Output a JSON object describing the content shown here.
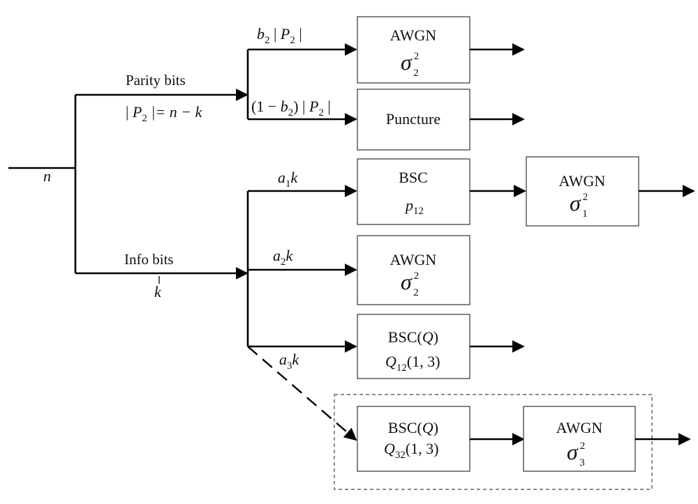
{
  "input": {
    "symbol": "n"
  },
  "branches": {
    "parity_label": "Parity bits",
    "parity_size": {
      "pre": "| ",
      "var": "P",
      "sub": "2",
      "post": " |= n − k"
    },
    "info_label": "Info bits",
    "info_size": "k"
  },
  "parity_paths": {
    "upper": {
      "var": "b",
      "sub": "2",
      "mid": " | ",
      "var2": "P",
      "sub2": "2",
      "post": " |"
    },
    "lower": {
      "pre": "(1 − ",
      "var": "b",
      "sub": "2",
      "mid": ") | ",
      "var2": "P",
      "sub2": "2",
      "post": " |"
    }
  },
  "info_paths": {
    "a1": {
      "var": "a",
      "sub": "1",
      "post": "k"
    },
    "a2": {
      "var": "a",
      "sub": "2",
      "post": "k"
    },
    "a3": {
      "var": "a",
      "sub": "3",
      "post": "k"
    }
  },
  "blocks": {
    "awgn_parity": {
      "title": "AWGN",
      "sigma": "σ",
      "sup": "2",
      "sub": "2"
    },
    "puncture": {
      "title": "Puncture"
    },
    "bsc_a1": {
      "title": "BSC",
      "param_var": "p",
      "param_sub": "12"
    },
    "awgn_a1": {
      "title": "AWGN",
      "sigma": "σ",
      "sup": "2",
      "sub": "1"
    },
    "awgn_a2": {
      "title": "AWGN",
      "sigma": "σ",
      "sup": "2",
      "sub": "2"
    },
    "bscq_a3": {
      "title": "BSC(",
      "title_var": "Q",
      "title_end": ")",
      "param_var": "Q",
      "param_sub": "12",
      "param_args": "(1, 3)"
    },
    "bscq_dashed": {
      "title": "BSC(",
      "title_var": "Q",
      "title_end": ")",
      "param_var": "Q",
      "param_sub": "32",
      "param_args": "(1, 3)"
    },
    "awgn_dashed": {
      "title": "AWGN",
      "sigma": "σ",
      "sup": "2",
      "sub": "3"
    }
  }
}
